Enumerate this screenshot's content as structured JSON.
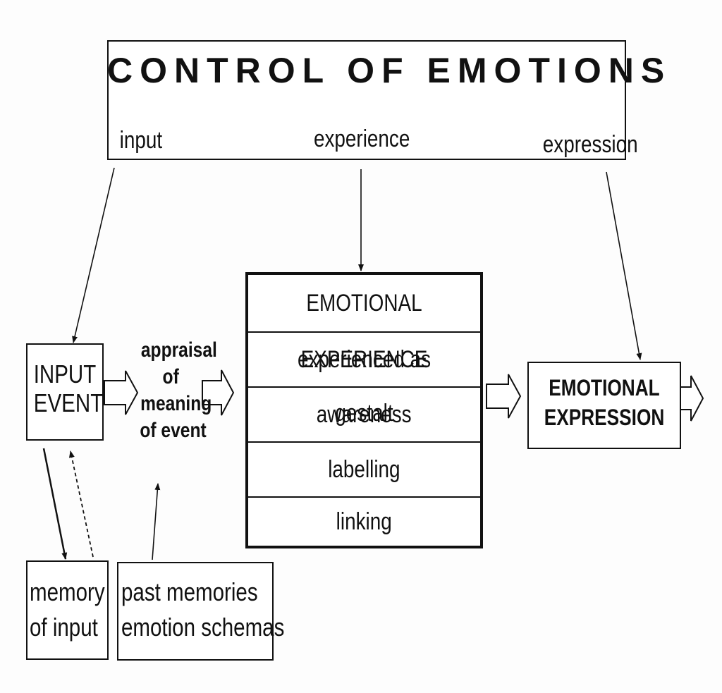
{
  "control": {
    "title": "CONTROL OF EMOTIONS",
    "labels": {
      "input": "input",
      "experience": "experience",
      "expression": "expression"
    }
  },
  "input_event": {
    "line1": "INPUT",
    "line2": "EVENT"
  },
  "appraisal": {
    "line1": "appraisal",
    "line2": "of",
    "line3": "meaning",
    "line4": "of event"
  },
  "emotional_experience": {
    "title": "EMOTIONAL EXPERIENCE",
    "rows": [
      "experienced as gestalt",
      "awareness",
      "labelling",
      "linking"
    ]
  },
  "emotional_expression": {
    "line1": "EMOTIONAL",
    "line2": "EXPRESSION"
  },
  "memory_of_input": {
    "line1": "memory",
    "line2": "of input"
  },
  "past_memories": {
    "line1": "past memories",
    "line2": "emotion schemas"
  }
}
